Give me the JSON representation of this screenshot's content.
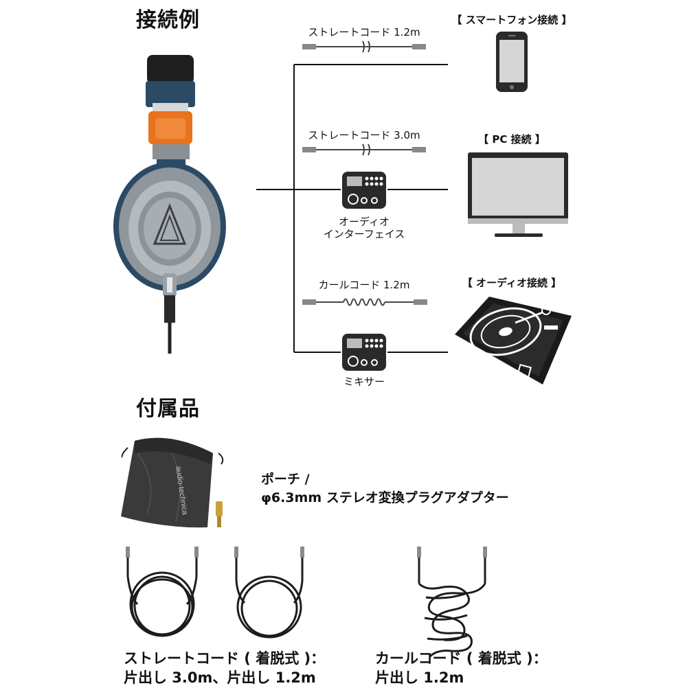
{
  "connection_section": {
    "title": "接続例",
    "cables": {
      "straight_12": "ストレートコード 1.2m",
      "straight_30": "ストレートコード 3.0m",
      "curl_12": "カールコード 1.2m"
    },
    "interface_label_line1": "オーディオ",
    "interface_label_line2": "インターフェイス",
    "mixer_label": "ミキサー",
    "smartphone_label": "【 スマートフォン接続 】",
    "pc_label": "【 PC 接続 】",
    "audio_label": "【 オーディオ接続 】",
    "brand_text": "audio-technica"
  },
  "accessories_section": {
    "title": "付属品",
    "pouch_line1": "ポーチ /",
    "pouch_line2": "φ6.3mm ステレオ変換プラグアダプター",
    "straight_line1": "ストレートコード ( 着脱式 )：",
    "straight_line2": "片出し 3.0m、片出し 1.2m",
    "curl_line1": "カールコード ( 着脱式 )：",
    "curl_line2": "片出し 1.2m"
  },
  "colors": {
    "navy": "#2b4a66",
    "orange": "#e8731f",
    "silver": "#9aa0a4",
    "dark": "#222222"
  }
}
